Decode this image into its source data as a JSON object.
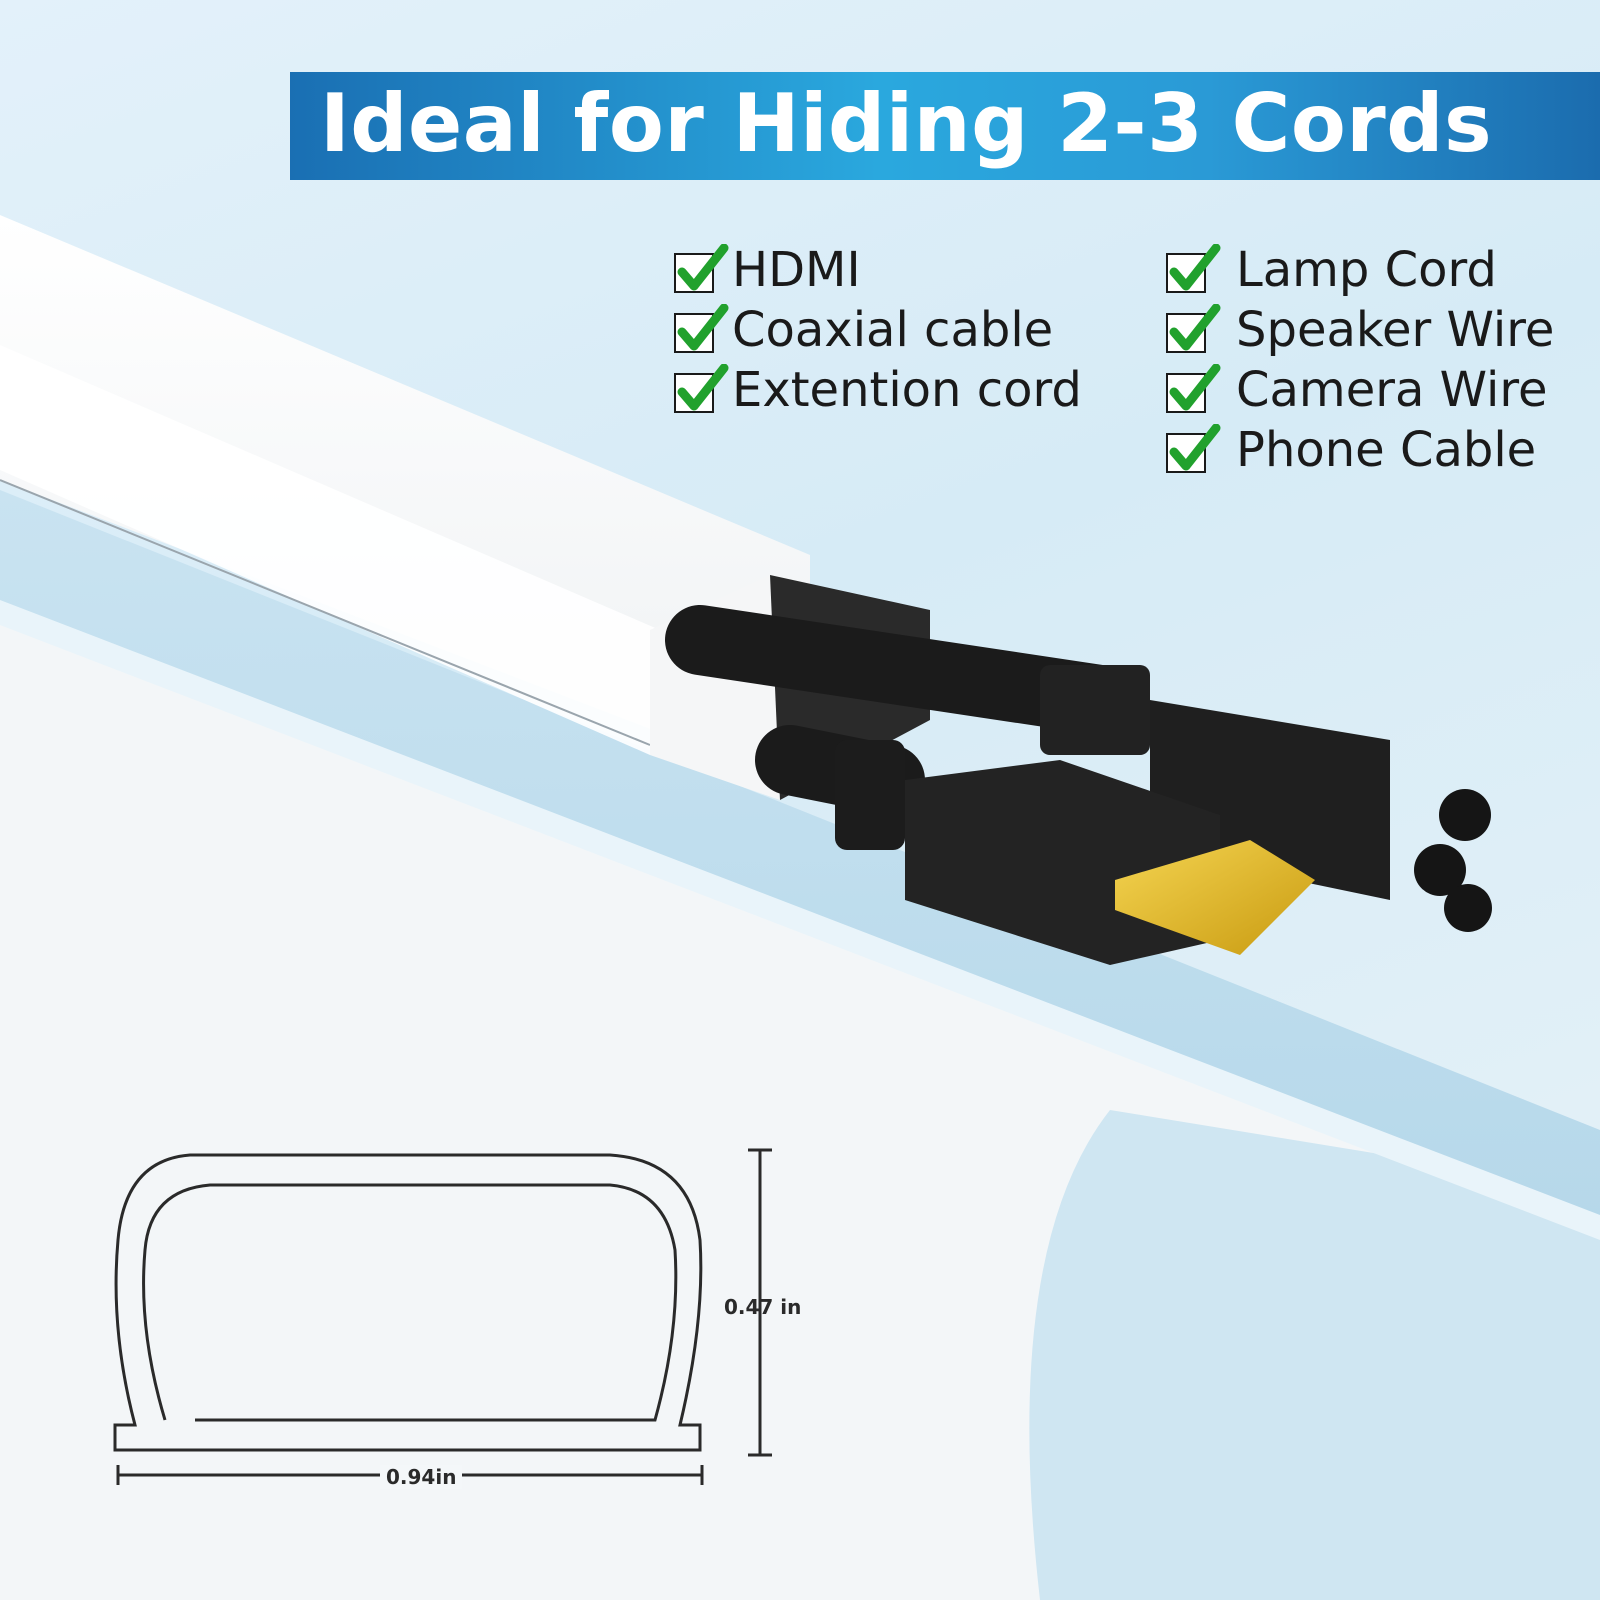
{
  "banner": {
    "title": "Ideal for Hiding 2-3 Cords"
  },
  "cords": {
    "left": [
      "HDMI",
      "Coaxial cable",
      "Extention cord"
    ],
    "right": [
      "Lamp Cord",
      "Speaker Wire",
      "Camera Wire",
      "Phone Cable"
    ]
  },
  "dimensions": {
    "height": "0.47 in",
    "width": "0.94in"
  },
  "colors": {
    "banner_start": "#1a6fb3",
    "banner_mid": "#2aa8de",
    "check_green": "#21a12d",
    "raceway_white": "#fbfbfb",
    "cable_black": "#1b1b1b",
    "connector_gold": "#e0b21a"
  },
  "icons": {
    "check": "checkmark-box-icon"
  }
}
